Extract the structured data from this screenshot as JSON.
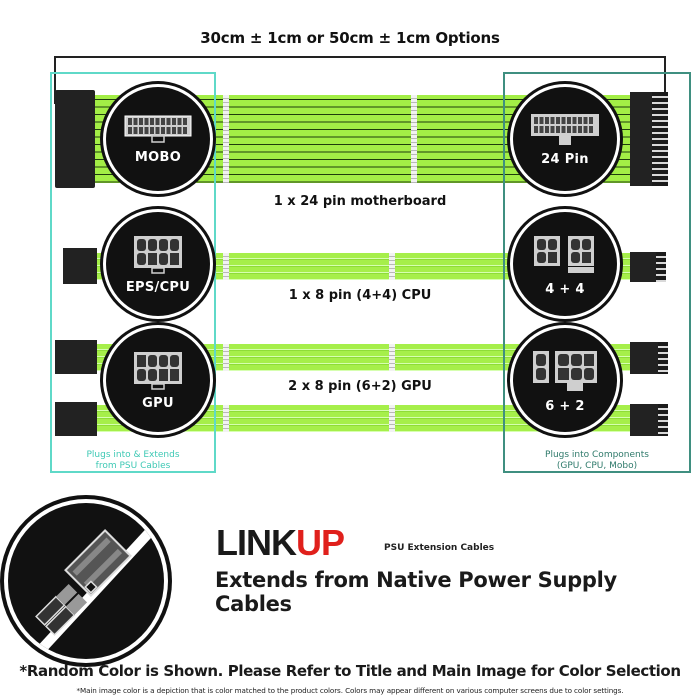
{
  "header": {
    "length_options": "30cm ± 1cm or 50cm ± 1cm Options"
  },
  "left_box": {
    "caption_line1": "Plugs into & Extends",
    "caption_line2": "from PSU Cables",
    "badges": [
      {
        "label": "MOBO",
        "icon": "24-pin-connector-icon"
      },
      {
        "label": "EPS/CPU",
        "icon": "8-pin-connector-icon"
      },
      {
        "label": "GPU",
        "icon": "8-pin-connector-icon"
      }
    ]
  },
  "right_box": {
    "caption_line1": "Plugs into Components",
    "caption_line2": "(GPU, CPU, Mobo)",
    "badges": [
      {
        "label": "24 Pin",
        "icon": "24-pin-connector-icon"
      },
      {
        "label": "4 + 4",
        "icon": "4-plus-4-connector-icon"
      },
      {
        "label": "6 + 2",
        "icon": "6-plus-2-connector-icon"
      }
    ]
  },
  "cables": [
    {
      "label": "1 x 24 pin motherboard",
      "pins": 24
    },
    {
      "label": "1 x 8 pin (4+4) CPU",
      "pins": 8
    },
    {
      "label": "2 x 8 pin (6+2) GPU",
      "pins": 8,
      "count": 2
    }
  ],
  "brand": {
    "logo_left": "LINK",
    "logo_right": "UP",
    "subtitle": "PSU Extension Cables",
    "tagline": "Extends from Native Power Supply Cables",
    "icon": "connector-plug-icon"
  },
  "footer": {
    "disclaimer": "*Random Color is Shown. Please Refer to Title and Main Image for Color Selection",
    "fine_print": "*Main image color is a depiction that is color matched to the product colors. Colors may appear different on various computer screens due to color settings."
  },
  "colors": {
    "sleeve_green": "#a6ef4a",
    "left_box_border": "#5fd9c8",
    "right_box_border": "#3f8f80",
    "logo_red": "#e0201c",
    "badge_black": "#111111"
  }
}
